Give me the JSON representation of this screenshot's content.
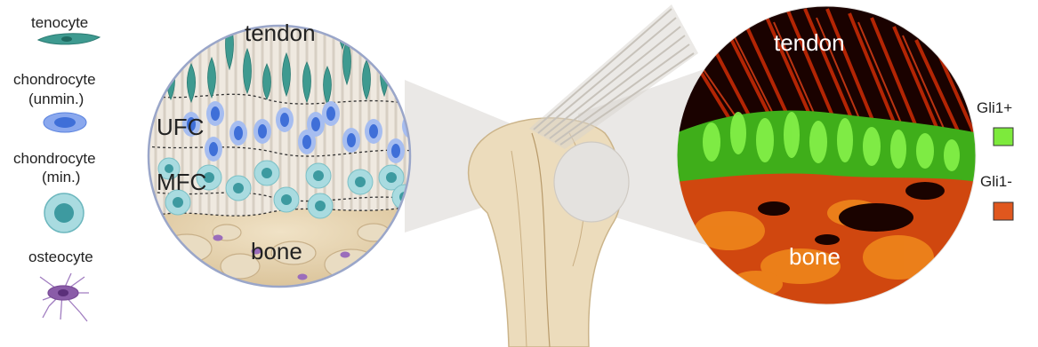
{
  "legend": {
    "tenocyte": "tenocyte",
    "chondrocyte_unmin_line1": "chondrocyte",
    "chondrocyte_unmin_line2": "(unmin.)",
    "chondrocyte_min_line1": "chondrocyte",
    "chondrocyte_min_line2": "(min.)",
    "osteocyte": "osteocyte"
  },
  "schematic": {
    "tendon": "tendon",
    "ufc": "UFC",
    "mfc": "MFC",
    "bone": "bone"
  },
  "micrograph": {
    "tendon": "tendon",
    "bone": "bone"
  },
  "stain_legend": {
    "gli1_pos": "Gli1+",
    "gli1_pos_color": "#7dea3c",
    "gli1_neg": "Gli1-",
    "gli1_neg_color": "#e0571e"
  },
  "colors": {
    "tenocyte": "#2f8a82",
    "chondrocyte_unmin": "#3f6fd8",
    "chondrocyte_min": "#4aa5ab",
    "osteocyte": "#8a5ca8",
    "bone": "#e7d6b4"
  }
}
